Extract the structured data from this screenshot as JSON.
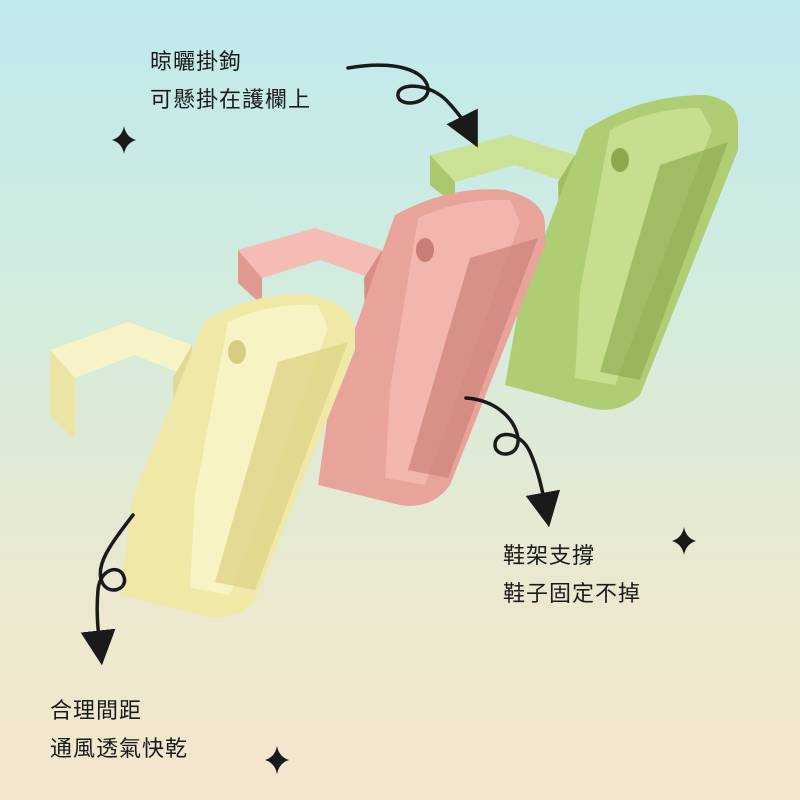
{
  "captions": {
    "top": {
      "line1": "晾曬掛鉤",
      "line2": "可懸掛在護欄上"
    },
    "right": {
      "line1": "鞋架支撐",
      "line2": "鞋子固定不掉"
    },
    "left": {
      "line1": "合理間距",
      "line2": "通風透氣快乾"
    }
  },
  "hook_colors": {
    "green": "#b5d27a",
    "pink": "#eba7a0",
    "yellow": "#f0ebad"
  },
  "icons": [
    "sparkle-icon",
    "curly-arrow-icon"
  ]
}
